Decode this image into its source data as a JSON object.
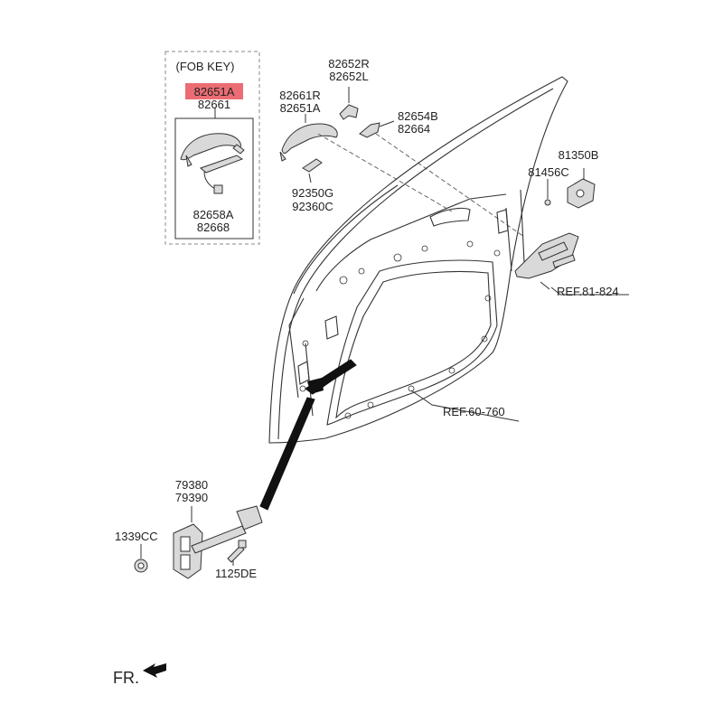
{
  "fob_key": {
    "title": "(FOB KEY)",
    "part_highlighted": "82651A",
    "part_2": "82661",
    "part_bottom_1": "82658A",
    "part_bottom_2": "82668"
  },
  "labels": {
    "p82652R": "82652R",
    "p82652L": "82652L",
    "p82661R": "82661R",
    "p82651A": "82651A",
    "p82654B": "82654B",
    "p82664": "82664",
    "p92350G": "92350G",
    "p92360C": "92360C",
    "p81350B": "81350B",
    "p81456C": "81456C",
    "ref81": "REF.81-824",
    "ref60": "REF.60-760",
    "p79380": "79380",
    "p79390": "79390",
    "p1339CC": "1339CC",
    "p1125DE": "1125DE",
    "front": "FR."
  },
  "colors": {
    "highlight": "#e8545b",
    "line": "#333333",
    "part_fill": "#d9d9d9"
  }
}
